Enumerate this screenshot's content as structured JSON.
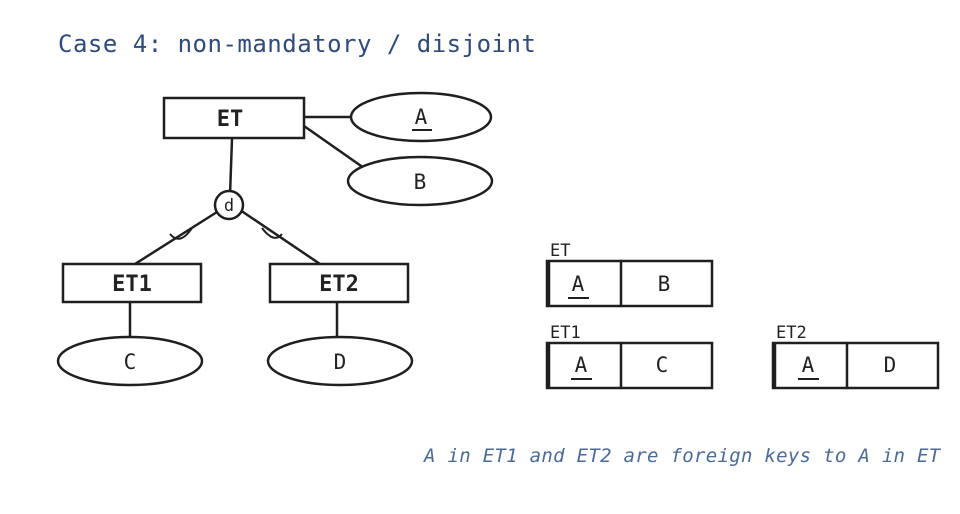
{
  "title": "Case 4: non-mandatory / disjoint",
  "er": {
    "supertype": "ET",
    "super_attrs": [
      "A",
      "B"
    ],
    "disjoint_symbol": "d",
    "subtypes": [
      {
        "name": "ET1",
        "attr": "C"
      },
      {
        "name": "ET2",
        "attr": "D"
      }
    ]
  },
  "relations": [
    {
      "name": "ET",
      "cols": [
        "A",
        "B"
      ]
    },
    {
      "name": "ET1",
      "cols": [
        "A",
        "C"
      ]
    },
    {
      "name": "ET2",
      "cols": [
        "A",
        "D"
      ]
    }
  ],
  "note": "A in ET1 and ET2 are foreign keys to A in ET"
}
